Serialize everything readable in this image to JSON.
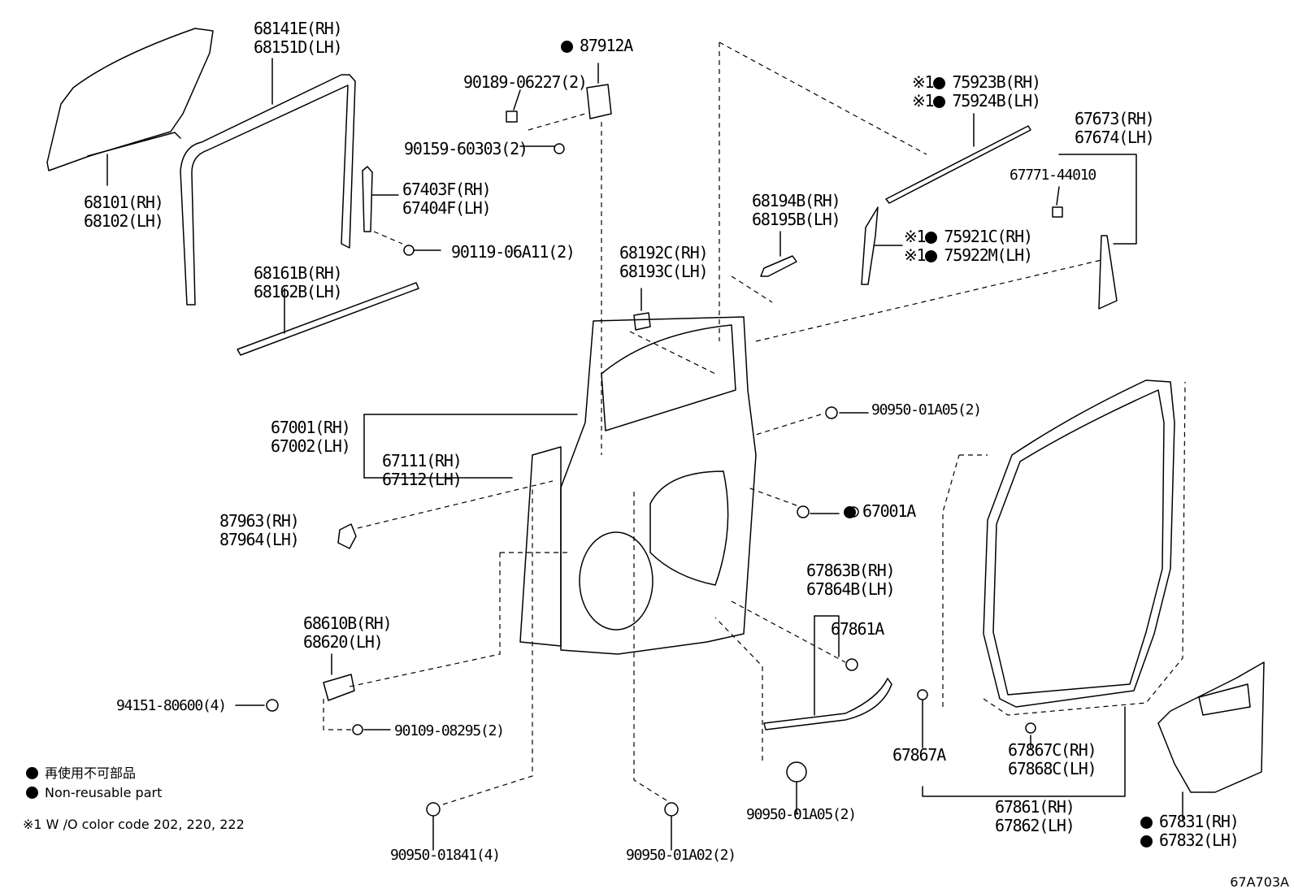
{
  "colors": {
    "line": "#000000",
    "background": "#ffffff"
  },
  "labels": {
    "p68141": "68141E(RH)",
    "p68151": "68151D(LH)",
    "p68101": "68101(RH)",
    "p68102": "68102(LH)",
    "p87912": "87912A",
    "p90189": "90189-06227(2)",
    "p90159": "90159-60303(2)",
    "p67403": "67403F(RH)",
    "p67404": "67404F(LH)",
    "p90119": "90119-06A11(2)",
    "p68161": "68161B(RH)",
    "p68162": "68162B(LH)",
    "p68192": "68192C(RH)",
    "p68193": "68193C(LH)",
    "p68194": "68194B(RH)",
    "p68195": "68195B(LH)",
    "p75923": "75923B(RH)",
    "p75924": "75924B(LH)",
    "p75921": "75921C(RH)",
    "p75922": "75922M(LH)",
    "p67673": "67673(RH)",
    "p67674": "67674(LH)",
    "p67771": "67771-44010",
    "p67001": "67001(RH)",
    "p67002": "67002(LH)",
    "p67111": "67111(RH)",
    "p67112": "67112(LH)",
    "p90950a": "90950-01A05(2)",
    "p67001A": "67001A",
    "p87963": "87963(RH)",
    "p87964": "87964(LH)",
    "p67863": "67863B(RH)",
    "p67864": "67864B(LH)",
    "p67861A": "67861A",
    "p68610": "68610B(RH)",
    "p68620": "68620(LH)",
    "p94151": "94151-80600(4)",
    "p90109": "90109-08295(2)",
    "p67867A": "67867A",
    "p67867C": "67867C(RH)",
    "p67868C": "67868C(LH)",
    "p67861": "67861(RH)",
    "p67862": "67862(LH)",
    "p67831": "67831(RH)",
    "p67832": "67832(LH)",
    "p90950b": "90950-01A05(2)",
    "p90950c": "90950-01841(4)",
    "p90950d": "90950-01A02(2)",
    "note_mark": "※1"
  },
  "legend": {
    "jp": "再使用不可部品",
    "en": "Non-reusable part",
    "note": "※1  W /O color code 202, 220, 222"
  },
  "ref_code": "67A703A"
}
